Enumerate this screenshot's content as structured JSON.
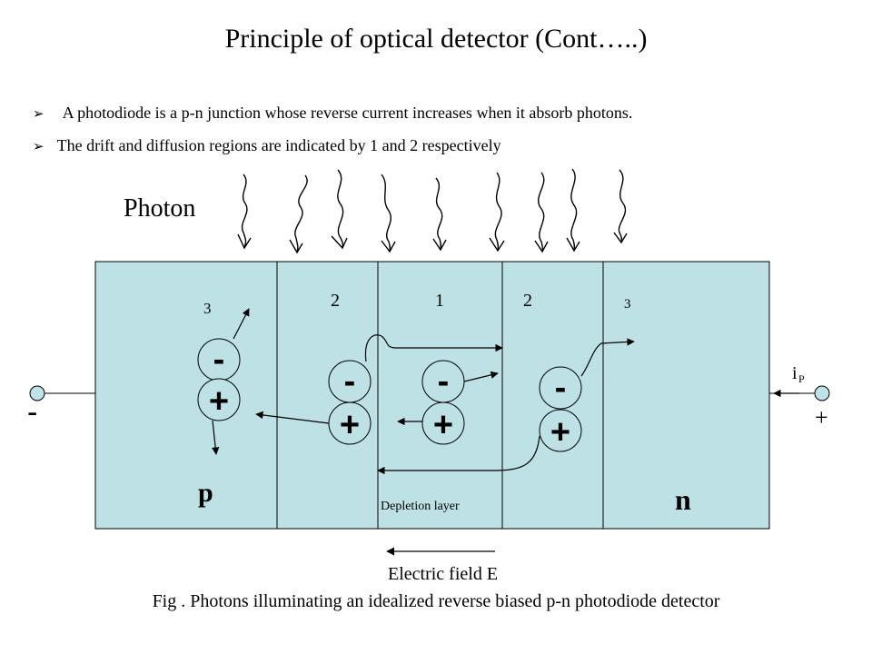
{
  "slide": {
    "title": "Principle of optical detector (Cont…..)",
    "bullets": [
      "A photodiode is a p-n junction whose reverse current increases when it absorb photons.",
      "The drift and diffusion regions are indicated by 1 and 2 respectively"
    ],
    "bullet_marker": "➢"
  },
  "diagram": {
    "photon_label": "Photon",
    "region_labels": [
      "3",
      "2",
      "1",
      "2",
      "3"
    ],
    "p_label": "p",
    "n_label": "n",
    "depletion_label": "Depletion layer",
    "minus_sign": "-",
    "plus_sign": "+",
    "terminal_left": "-",
    "terminal_right": "+",
    "current_label": "i",
    "current_subscript": "P",
    "field_label": "Electric field E",
    "caption": "Fig . Photons illuminating an idealized reverse biased p-n photodiode detector",
    "colors": {
      "semiconductor": "#bde1e5",
      "terminal": "#bde1e5",
      "line": "#000000"
    }
  }
}
